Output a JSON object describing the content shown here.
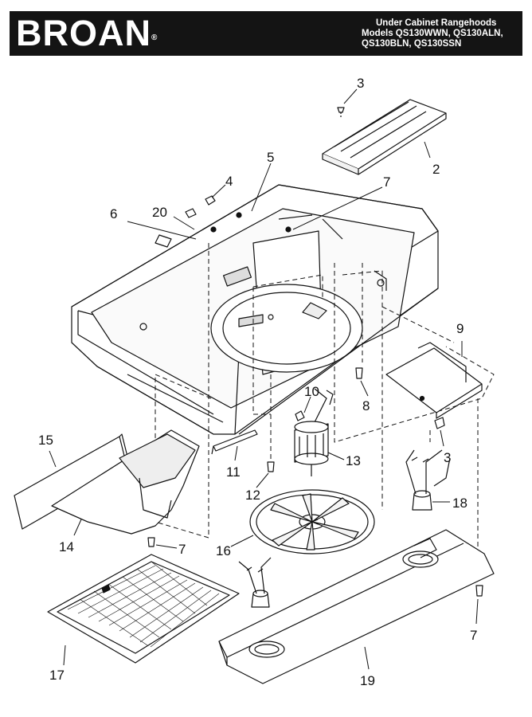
{
  "header": {
    "brand": "BROAN",
    "trademark": "®",
    "title_line1": "Under Cabinet Rangehoods",
    "title_line2": "Models QS130WWN, QS130ALN,",
    "title_line3": "QS130BLN, QS130SSN"
  },
  "callouts": [
    "3",
    "2",
    "5",
    "4",
    "7",
    "6",
    "20",
    "9",
    "10",
    "8",
    "15",
    "11",
    "13",
    "3",
    "12",
    "18",
    "14",
    "7",
    "16",
    "17",
    "7",
    "19"
  ],
  "colors": {
    "header_bg": "#141414",
    "line": "#111111",
    "part_fill": "#ffffff",
    "shade": "#e6e6e6"
  }
}
